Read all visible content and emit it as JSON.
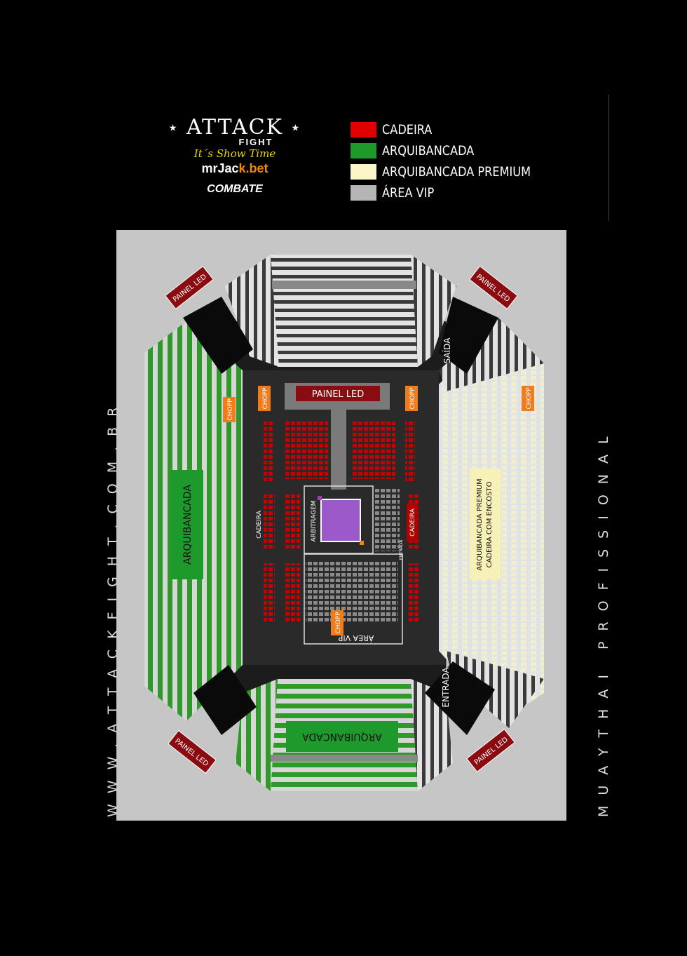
{
  "logo": {
    "brand": "ATTACK",
    "fight": "FIGHT",
    "tagline": "It´s Show Time",
    "sponsor_main": "mrJac",
    "sponsor_accent": "k.bet",
    "partner": "COMBATE"
  },
  "legend": [
    {
      "label": "CADEIRA",
      "color": "#e00000"
    },
    {
      "label": "ARQUIBANCADA",
      "color": "#1d9a2a"
    },
    {
      "label": "ARQUIBANCADA PREMIUM",
      "color": "#fbf6c8"
    },
    {
      "label": "ÁREA VIP",
      "color": "#b5b5b5"
    }
  ],
  "side_left": "WWW.ATTACKFIGHT.COM.BR",
  "side_right": "MUAYTHAI PROFISSIONAL",
  "map": {
    "painel_led": "PAINEL LED",
    "chopp": "CHOPP",
    "saida": "SAÍDA",
    "entrada": "ENTRADA",
    "entrada_small": "ENTRADA",
    "arquibancada": "ARQUIBANCADA",
    "premium_line1": "ARQUIBANCADA PREMIUM",
    "premium_line2": "CADEIRA COM ENCOSTO",
    "cadeira": "CADEIRA",
    "arbitragem": "ARBITRAGEM",
    "area_vip": "ÁREA VIP"
  }
}
